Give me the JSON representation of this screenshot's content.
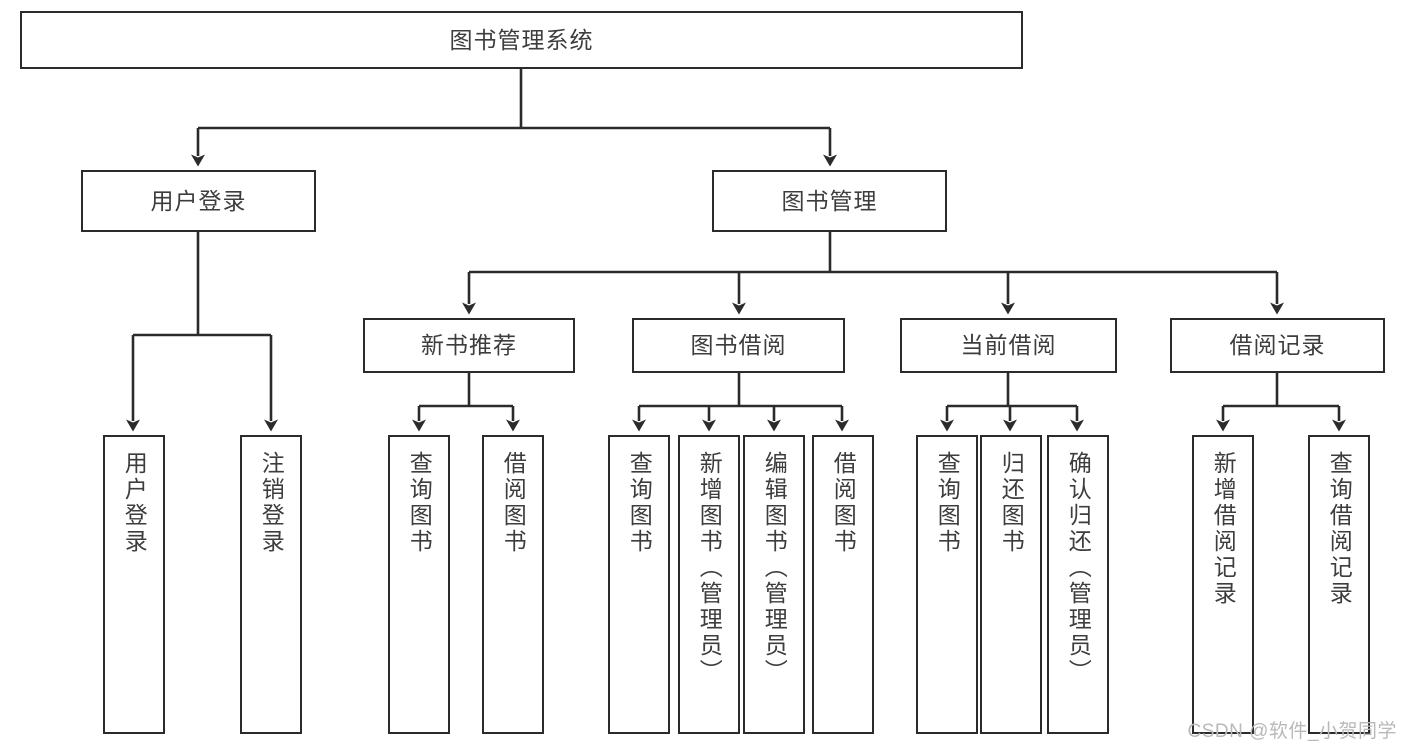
{
  "diagram": {
    "title": "图书管理系统",
    "type": "tree-hierarchy",
    "watermark": "CSDN @软件_小贺同学",
    "colors": {
      "box_border": "#2b2b2b",
      "box_fill": "#ffffff",
      "text": "#3d3d3d",
      "connector": "#2b2b2b",
      "watermark": "#b9b9b9",
      "background": "#ffffff"
    }
  },
  "nodes": {
    "root": {
      "label": "图书管理系统"
    },
    "level1": [
      {
        "id": "user-login",
        "label": "用户登录"
      },
      {
        "id": "book-management",
        "label": "图书管理"
      }
    ],
    "level2": [
      {
        "id": "new-book-recommend",
        "label": "新书推荐"
      },
      {
        "id": "book-borrow",
        "label": "图书借阅"
      },
      {
        "id": "current-borrow",
        "label": "当前借阅"
      },
      {
        "id": "borrow-record",
        "label": "借阅记录"
      }
    ],
    "leaves": {
      "user_login": [
        {
          "id": "leaf-user-login",
          "label": "用户登录"
        },
        {
          "id": "leaf-logout-login",
          "label": "注销登录"
        }
      ],
      "new_book_recommend": [
        {
          "id": "leaf-query-book-1",
          "label": "查询图书"
        },
        {
          "id": "leaf-borrow-book-1",
          "label": "借阅图书"
        }
      ],
      "book_borrow": [
        {
          "id": "leaf-query-book-2",
          "label": "查询图书"
        },
        {
          "id": "leaf-add-book",
          "label": "新增图书（管理员）"
        },
        {
          "id": "leaf-edit-book",
          "label": "编辑图书（管理员）"
        },
        {
          "id": "leaf-borrow-book-2",
          "label": "借阅图书"
        }
      ],
      "current_borrow": [
        {
          "id": "leaf-query-book-3",
          "label": "查询图书"
        },
        {
          "id": "leaf-return-book",
          "label": "归还图书"
        },
        {
          "id": "leaf-confirm-return",
          "label": "确认归还（管理员）"
        }
      ],
      "borrow_record": [
        {
          "id": "leaf-add-record",
          "label": "新增借阅记录"
        },
        {
          "id": "leaf-query-record",
          "label": "查询借阅记录"
        }
      ]
    }
  }
}
